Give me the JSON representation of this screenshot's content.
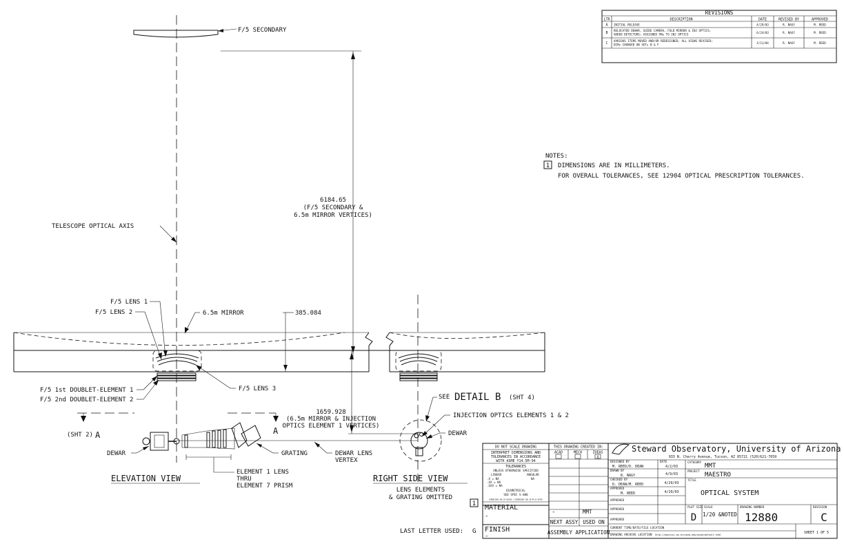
{
  "revisions": {
    "title": "REVISIONS",
    "headers": [
      "LTR",
      "DESCRIPTION",
      "DATE",
      "REVISED BY",
      "APPROVED"
    ],
    "rows": [
      {
        "ltr": "A",
        "desc1": "INITIAL RELEASE",
        "desc2": "",
        "date": "4/29/03",
        "revised_by": "R. NAGY",
        "approved": "M. REED"
      },
      {
        "ltr": "B",
        "desc1": "RELOCATED DEWAR, GUIDE CAMERA, FOLD MIRROR & INJ OPTICS;",
        "desc2": "ADDED DETECTORS; ASSIGNED PNs TO INJ OPTICS",
        "date": "6/24/03",
        "revised_by": "R. NAGY",
        "approved": "M. REED"
      },
      {
        "ltr": "C",
        "desc1": "VARIOUS ITEMS MOVED AND/OR REDESIGNED; ALL VIEWS REVISED;",
        "desc2": "DIMs CHANGED ON SETs B & F",
        "date": "3/11/04",
        "revised_by": "R. NAGY",
        "approved": "M. REED"
      }
    ]
  },
  "notes": {
    "heading": "NOTES:",
    "number": "1",
    "line1": "DIMENSIONS ARE IN MILLIMETERS.",
    "line2": "FOR OVERALL TOLERANCES, SEE 12904 OPTICAL PRESCRIPTION TOLERANCES."
  },
  "labels": {
    "f5_secondary": "F/5 SECONDARY",
    "optical_axis": "TELESCOPE OPTICAL AXIS",
    "dim_long_value": "6184.65",
    "dim_long_note1": "(F/5 SECONDARY &",
    "dim_long_note2": "6.5m MIRROR VERTICES)",
    "f5_lens1": "F/5 LENS 1",
    "f5_lens2": "F/5 LENS 2",
    "mirror": "6.5m MIRROR",
    "dim_385": "385.084",
    "doublet1": "F/5 1st DOUBLET-ELEMENT 1",
    "doublet2": "F/5 2nd DOUBLET-ELEMENT 2",
    "f5_lens3": "F/5 LENS 3",
    "dim_1659_value": "1659.928",
    "dim_1659_note1": "(6.5m MIRROR & INJECTION",
    "dim_1659_note2": "OPTICS ELEMENT 1 VERTICES)",
    "see_prefix": "SEE",
    "detail_b": "DETAIL B",
    "detail_b_sheet": "(SHT 4)",
    "injection_optics": "INJECTION OPTICS ELEMENTS 1 & 2",
    "section_sheet": "(SHT 2)",
    "section_a_left": "A",
    "section_a_right": "A",
    "dewar_left": "DEWAR",
    "dewar_right": "DEWAR",
    "grating": "GRATING",
    "dewar_lens_vertex1": "DEWAR LENS",
    "dewar_lens_vertex2": "VERTEX",
    "element1_1": "ELEMENT 1 LENS",
    "element1_2": "THRU",
    "element1_3": "ELEMENT 7 PRISM",
    "elevation_view": "ELEVATION VIEW",
    "right_side_view": "RIGHT SIDE VIEW",
    "omitted1": "LENS ELEMENTS",
    "omitted2": "& GRATING OMITTED",
    "last_letter": "LAST LETTER USED:",
    "last_letter_value": "G"
  },
  "title_block": {
    "do_not_scale": "DO NOT SCALE DRAWING",
    "interpret1": "INTERPRET DIMENSIONS AND",
    "interpret2": "TOLERANCES IN ACCORDANCE",
    "interpret3": "WITH ASME Y14.5M-94",
    "tolerances": "TOLERANCES",
    "unless": "UNLESS OTHERWISE SPECIFIED",
    "linear": "LINEAR",
    "angular": "ANGULAR",
    "tol_x": ".X   = NA",
    "tol_xx": ".XX  = NA",
    "tol_xxx": ".XXX = NA",
    "tol_ang": "NA",
    "diametrical": "DIAMETRICAL",
    "see_spec": "SEE SPEC S-000",
    "dims_note": "DIMENSIONS ARE IN INCHES / DIMENSIONS ARE IN MM AS NOTED",
    "note_marker": "1",
    "created_in": "THIS DRAWING CREATED IN:",
    "acad": "ACAD",
    "mech": "MECH",
    "ideas": "IDEAS",
    "ideas_mark": "X",
    "material_label": "MATERIAL",
    "material_value": "-",
    "finish_label": "FINISH",
    "finish_value": "-",
    "next_assy_value": "-",
    "used_on_value": "MMT",
    "next_assy": "NEXT ASSY",
    "used_on": "USED ON",
    "assembly_application": "ASSEMBLY APPLICATION",
    "org_name": "Steward Observatory, University of Arizona",
    "org_address": "933 N. Cherry Avenue, Tucson, AZ  85721   (520)621-7659",
    "designed_by_label": "DESIGNED BY",
    "designed_by": "M. REED/D. DEAN",
    "date_label": "DATE",
    "designed_date": "4/2/03",
    "drawn_by_label": "DRAWN BY",
    "drawn_by": "R. NAGY",
    "drawn_date": "4/9/03",
    "checked_by_label": "CHECKED BY",
    "checked_by": "D. DEAN/M. REED",
    "checked_date": "4/29/03",
    "approved_label": "APPROVED",
    "approved_by": "M. REED",
    "approved_date": "4/29/03",
    "category_label": "CATEGORY",
    "category": "MMT",
    "project_label": "PROJECT",
    "project": "MAESTRO",
    "title_label": "TITLE",
    "title": "OPTICAL SYSTEM",
    "plot_size_label": "PLOT SIZE",
    "plot_size": "D",
    "scale_label": "SCALE",
    "scale": "1/20 &NOTED",
    "drawing_number_label": "DRAWING NUMBER",
    "drawing_number": "12880",
    "revision_label": "REVISION",
    "revision": "C",
    "file_location_label": "CURRENT TIME/DATE/FILE LOCATION",
    "archive_label": "DRAWING ARCHIVE LOCATION",
    "archive_url": "http://mavinci.as.arizona.edu/acad/default.html",
    "sheet": "SHEET 1 OF 5"
  }
}
